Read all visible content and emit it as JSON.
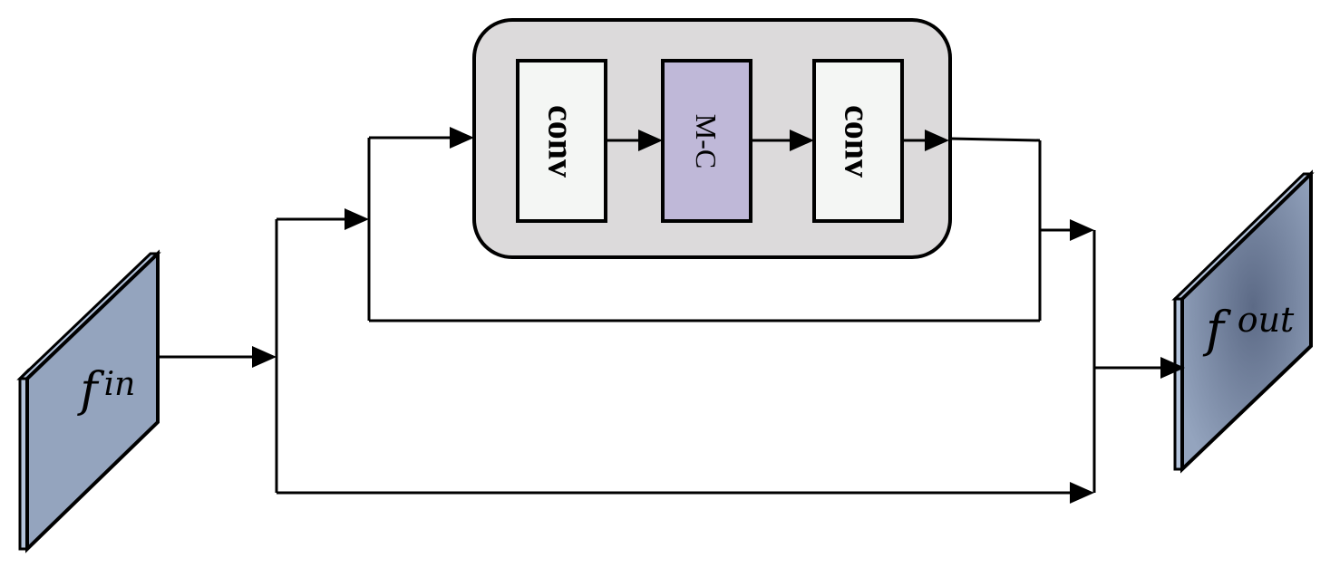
{
  "input_map": {
    "symbol": "f",
    "superscript": "in"
  },
  "output_map": {
    "symbol": "f",
    "superscript": "out"
  },
  "blocks": [
    {
      "label": "conv",
      "fill": "#f4f6f4"
    },
    {
      "label": "M-C",
      "fill": "#bfb8d8"
    },
    {
      "label": "conv",
      "fill": "#f4f6f4"
    }
  ],
  "colors": {
    "container": "#dcdadb",
    "map_front": "#94a4be",
    "map_edge": "#b4c4dc",
    "map_out_shadow": "#5c6a86"
  }
}
